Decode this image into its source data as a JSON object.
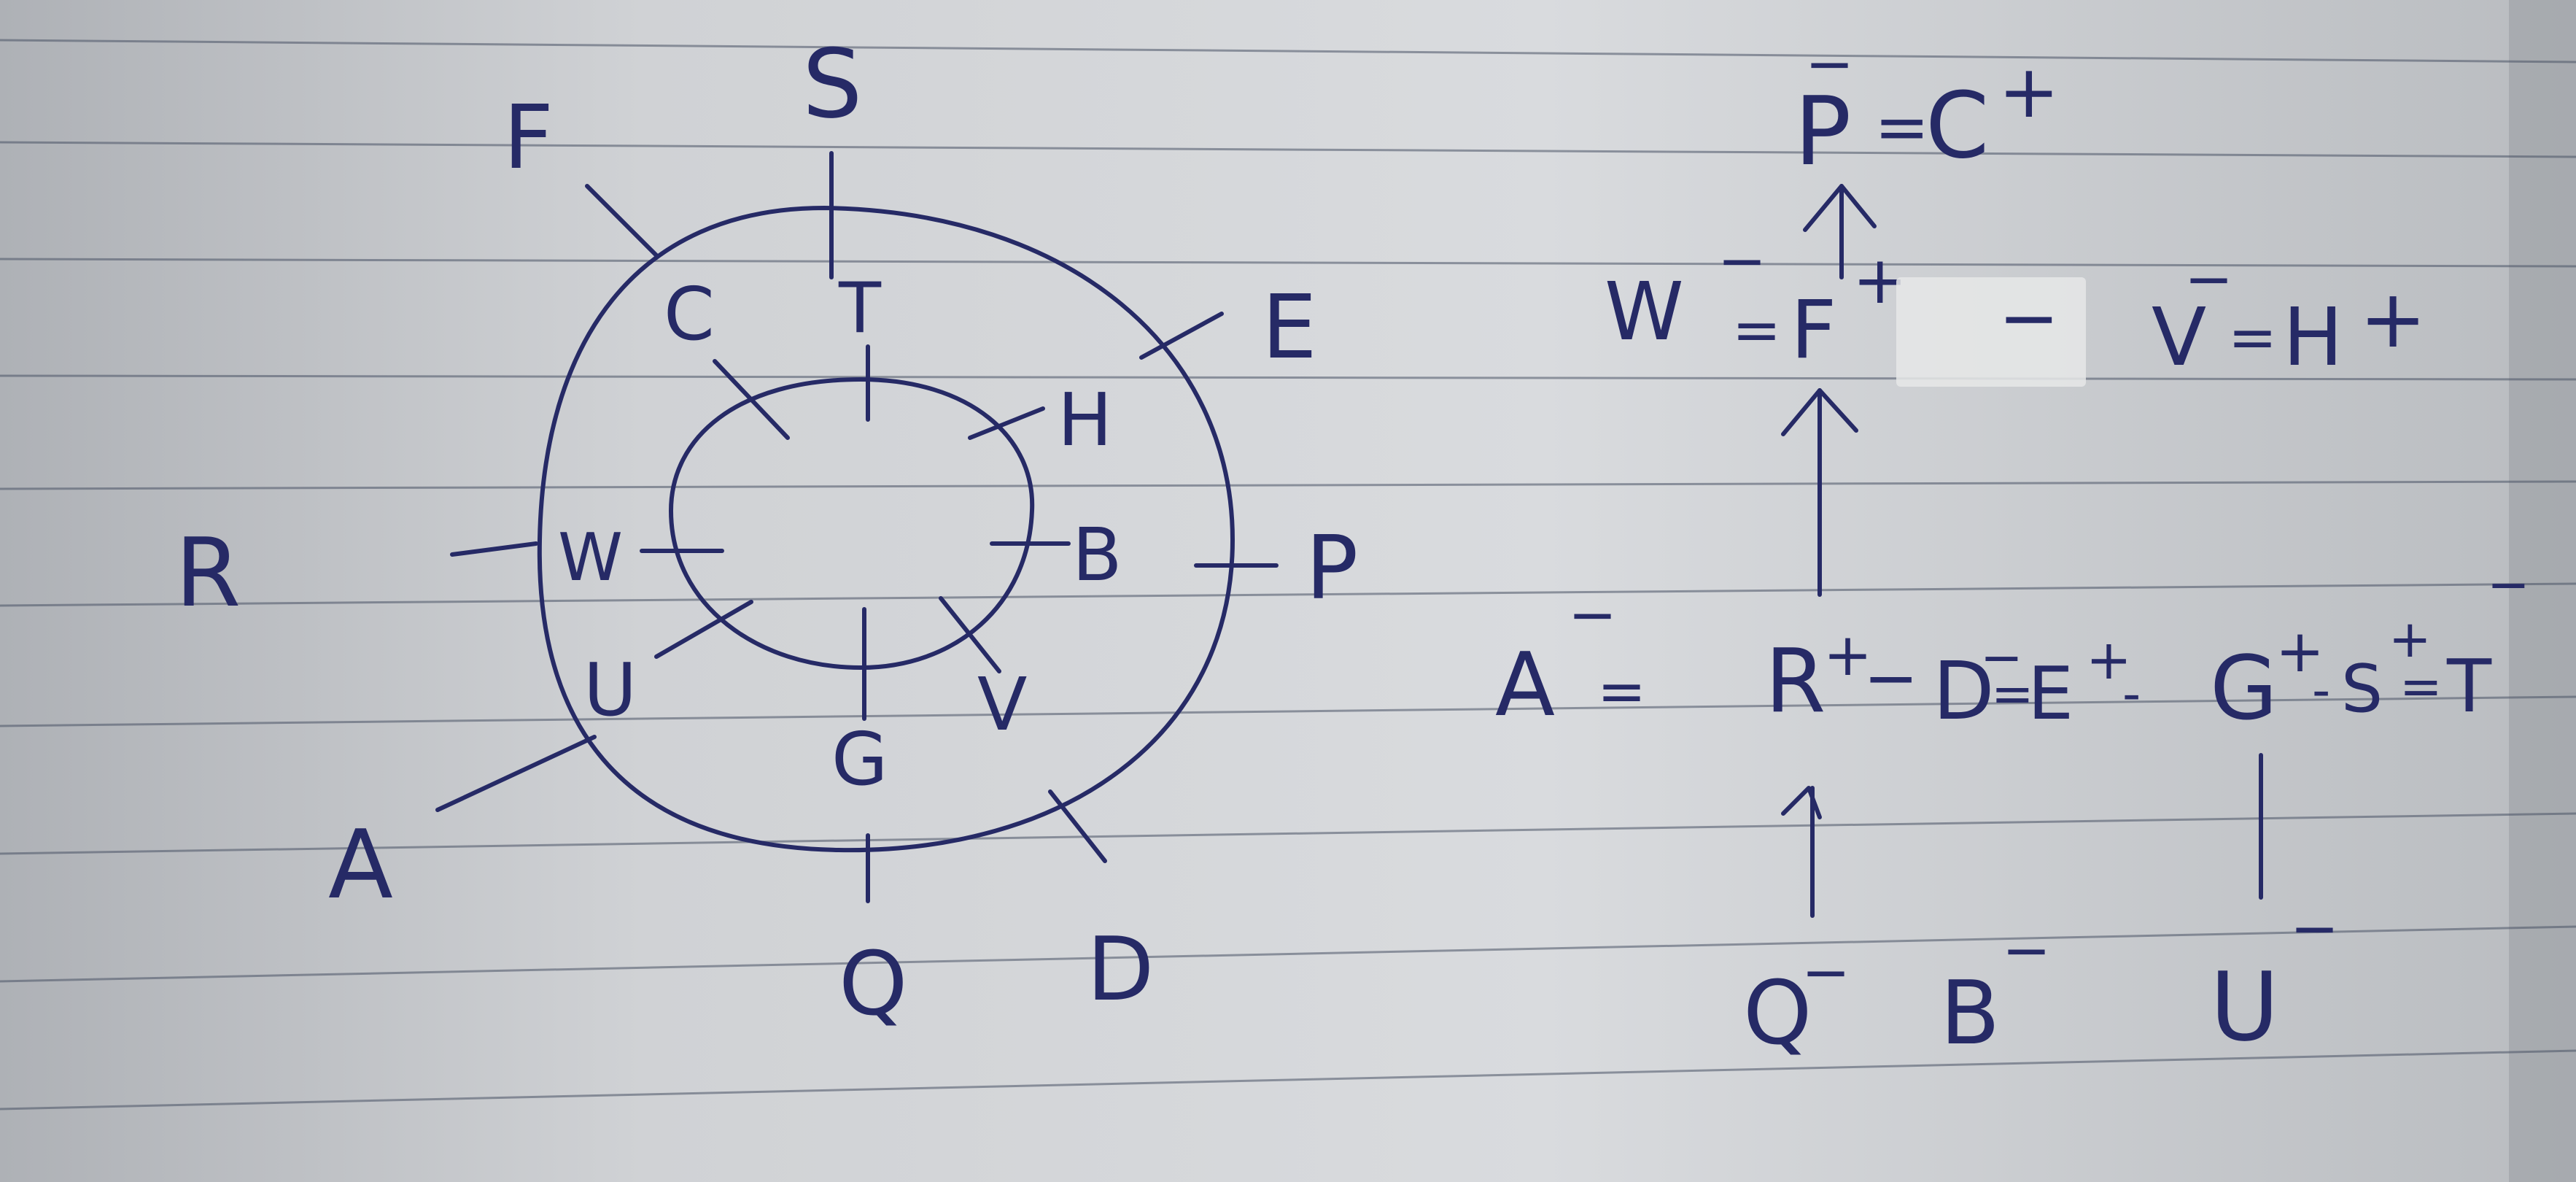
{
  "ink_color": "#262a66",
  "diagram": {
    "outer_ring_labels": {
      "top": "S",
      "top_left": "F",
      "top_right": "E",
      "left": "R",
      "right": "P",
      "bottom_left": "A",
      "bottom": "Q",
      "bottom_right": "D"
    },
    "inner_ring_labels": {
      "top_left": "C",
      "top": "T",
      "top_right": "H",
      "left": "W",
      "right": "B",
      "bottom_left": "U",
      "bottom": "G",
      "bottom_right": "V"
    }
  },
  "equations": {
    "line1": {
      "lhs": "P",
      "lhs_sign": "−",
      "eq": "=",
      "rhs": "C",
      "rhs_sign": "+"
    },
    "line2": {
      "lhs": "W",
      "lhs_sign": "−",
      "eq": "=",
      "rhs": "F",
      "rhs_sign": "+",
      "mid": "−",
      "lhs2": "V",
      "lhs2_sign": "−",
      "eq2": "=",
      "rhs2": "H",
      "rhs2_sign": "+"
    },
    "line3": {
      "t1": "A",
      "t1_sign": "−",
      "eq1": "=",
      "t2": "R",
      "t2_sign": "+",
      "dash1": "−",
      "t3": "D",
      "t3_sign": "−",
      "eq2": "=",
      "t4": "E",
      "t4_sign": "+",
      "dash2": "-",
      "t5": "G",
      "t5_sign": "+",
      "dash3": "-",
      "t6": "S",
      "t6_sign": "+",
      "eq3": "=",
      "t7": "T",
      "t7_sign": "−"
    },
    "line4": {
      "q": "Q",
      "q_sign": "−",
      "b": "B",
      "b_sign": "−",
      "u": "U",
      "u_sign": "−"
    }
  }
}
